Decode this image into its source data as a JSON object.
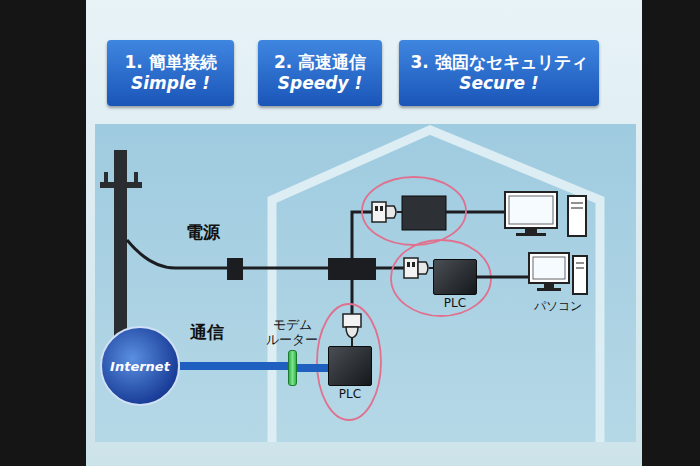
{
  "diagram": {
    "nodes": [
      {
        "text": [
          "1. 簡単接続",
          "Simple !"
        ]
      },
      {
        "text": [
          "2. 高速通信",
          "Speedy !"
        ]
      },
      {
        "text": [
          "3. 強固なセキュリティ",
          "Secure !"
        ]
      },
      {
        "text": [
          "PLC"
        ]
      },
      {
        "text": [
          "パソコン"
        ]
      },
      {
        "text": [
          "Internet"
        ]
      },
      {
        "text": [
          "モデム ルーター"
        ]
      },
      {
        "text": [
          "PLC"
        ]
      }
    ],
    "edges": [
      {
        "from": 5,
        "to": 6,
        "arrow": "none"
      },
      {
        "from": 6,
        "to": 7,
        "arrow": "none"
      },
      {
        "from": 3,
        "to": 4,
        "arrow": "none"
      }
    ],
    "labels": [
      "電源",
      "通信"
    ]
  }
}
